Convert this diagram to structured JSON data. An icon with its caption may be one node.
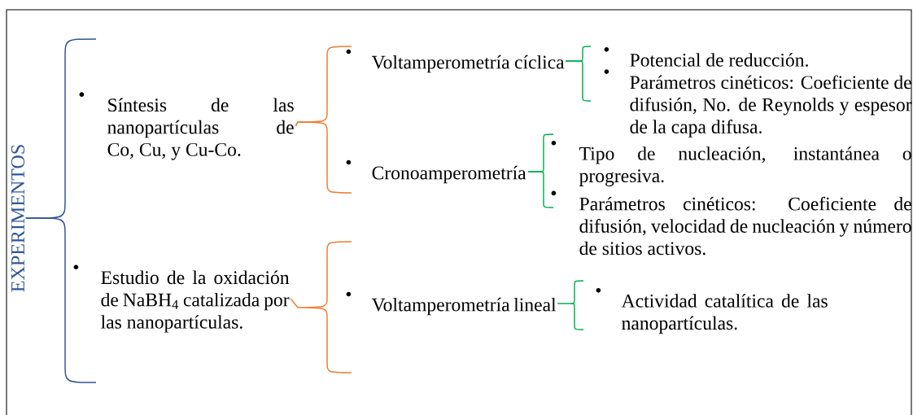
{
  "diagram": {
    "nodes": [
      {
        "text": [
          "EXPERIMENTOS"
        ]
      },
      {
        "text": [
          "Síntesis de las nanopartículas de Co, Cu, y Cu-Co."
        ]
      },
      {
        "text": [
          "Estudio de la oxidación de NaBH$_{4}$ catalizada por las nanopartículas."
        ]
      },
      {
        "text": [
          "Voltamperometría cíclica"
        ]
      },
      {
        "text": [
          "Cronoamperometría"
        ]
      },
      {
        "text": [
          "Voltamperometría lineal"
        ]
      },
      {
        "text": [
          "Potencial de reducción."
        ]
      },
      {
        "text": [
          "Parámetros cinéticos: Coeficiente de difusión, No. de Reynolds y espesor de la capa difusa."
        ]
      },
      {
        "text": [
          "Tipo de nucleación, instantánea o progresiva."
        ]
      },
      {
        "text": [
          "Parámetros cinéticos: Coeficiente de difusión, velocidad de nucleación y número de sitios activos."
        ]
      },
      {
        "text": [
          "Actividad catalítica de las nanopartículas."
        ]
      }
    ],
    "edges": [
      {
        "from": 0,
        "to": 1,
        "arrow": "none",
        "color": "#2f5597"
      },
      {
        "from": 0,
        "to": 2,
        "arrow": "none",
        "color": "#2f5597"
      },
      {
        "from": 1,
        "to": 3,
        "arrow": "none",
        "color": "#ed7d31"
      },
      {
        "from": 1,
        "to": 4,
        "arrow": "none",
        "color": "#ed7d31"
      },
      {
        "from": 2,
        "to": 5,
        "arrow": "none",
        "color": "#ed7d31"
      },
      {
        "from": 3,
        "to": 6,
        "arrow": "none",
        "color": "#00b050"
      },
      {
        "from": 3,
        "to": 7,
        "arrow": "none",
        "color": "#00b050"
      },
      {
        "from": 4,
        "to": 8,
        "arrow": "none",
        "color": "#00b050"
      },
      {
        "from": 4,
        "to": 9,
        "arrow": "none",
        "color": "#00b050"
      },
      {
        "from": 5,
        "to": 10,
        "arrow": "none",
        "color": "#00b050"
      }
    ]
  }
}
